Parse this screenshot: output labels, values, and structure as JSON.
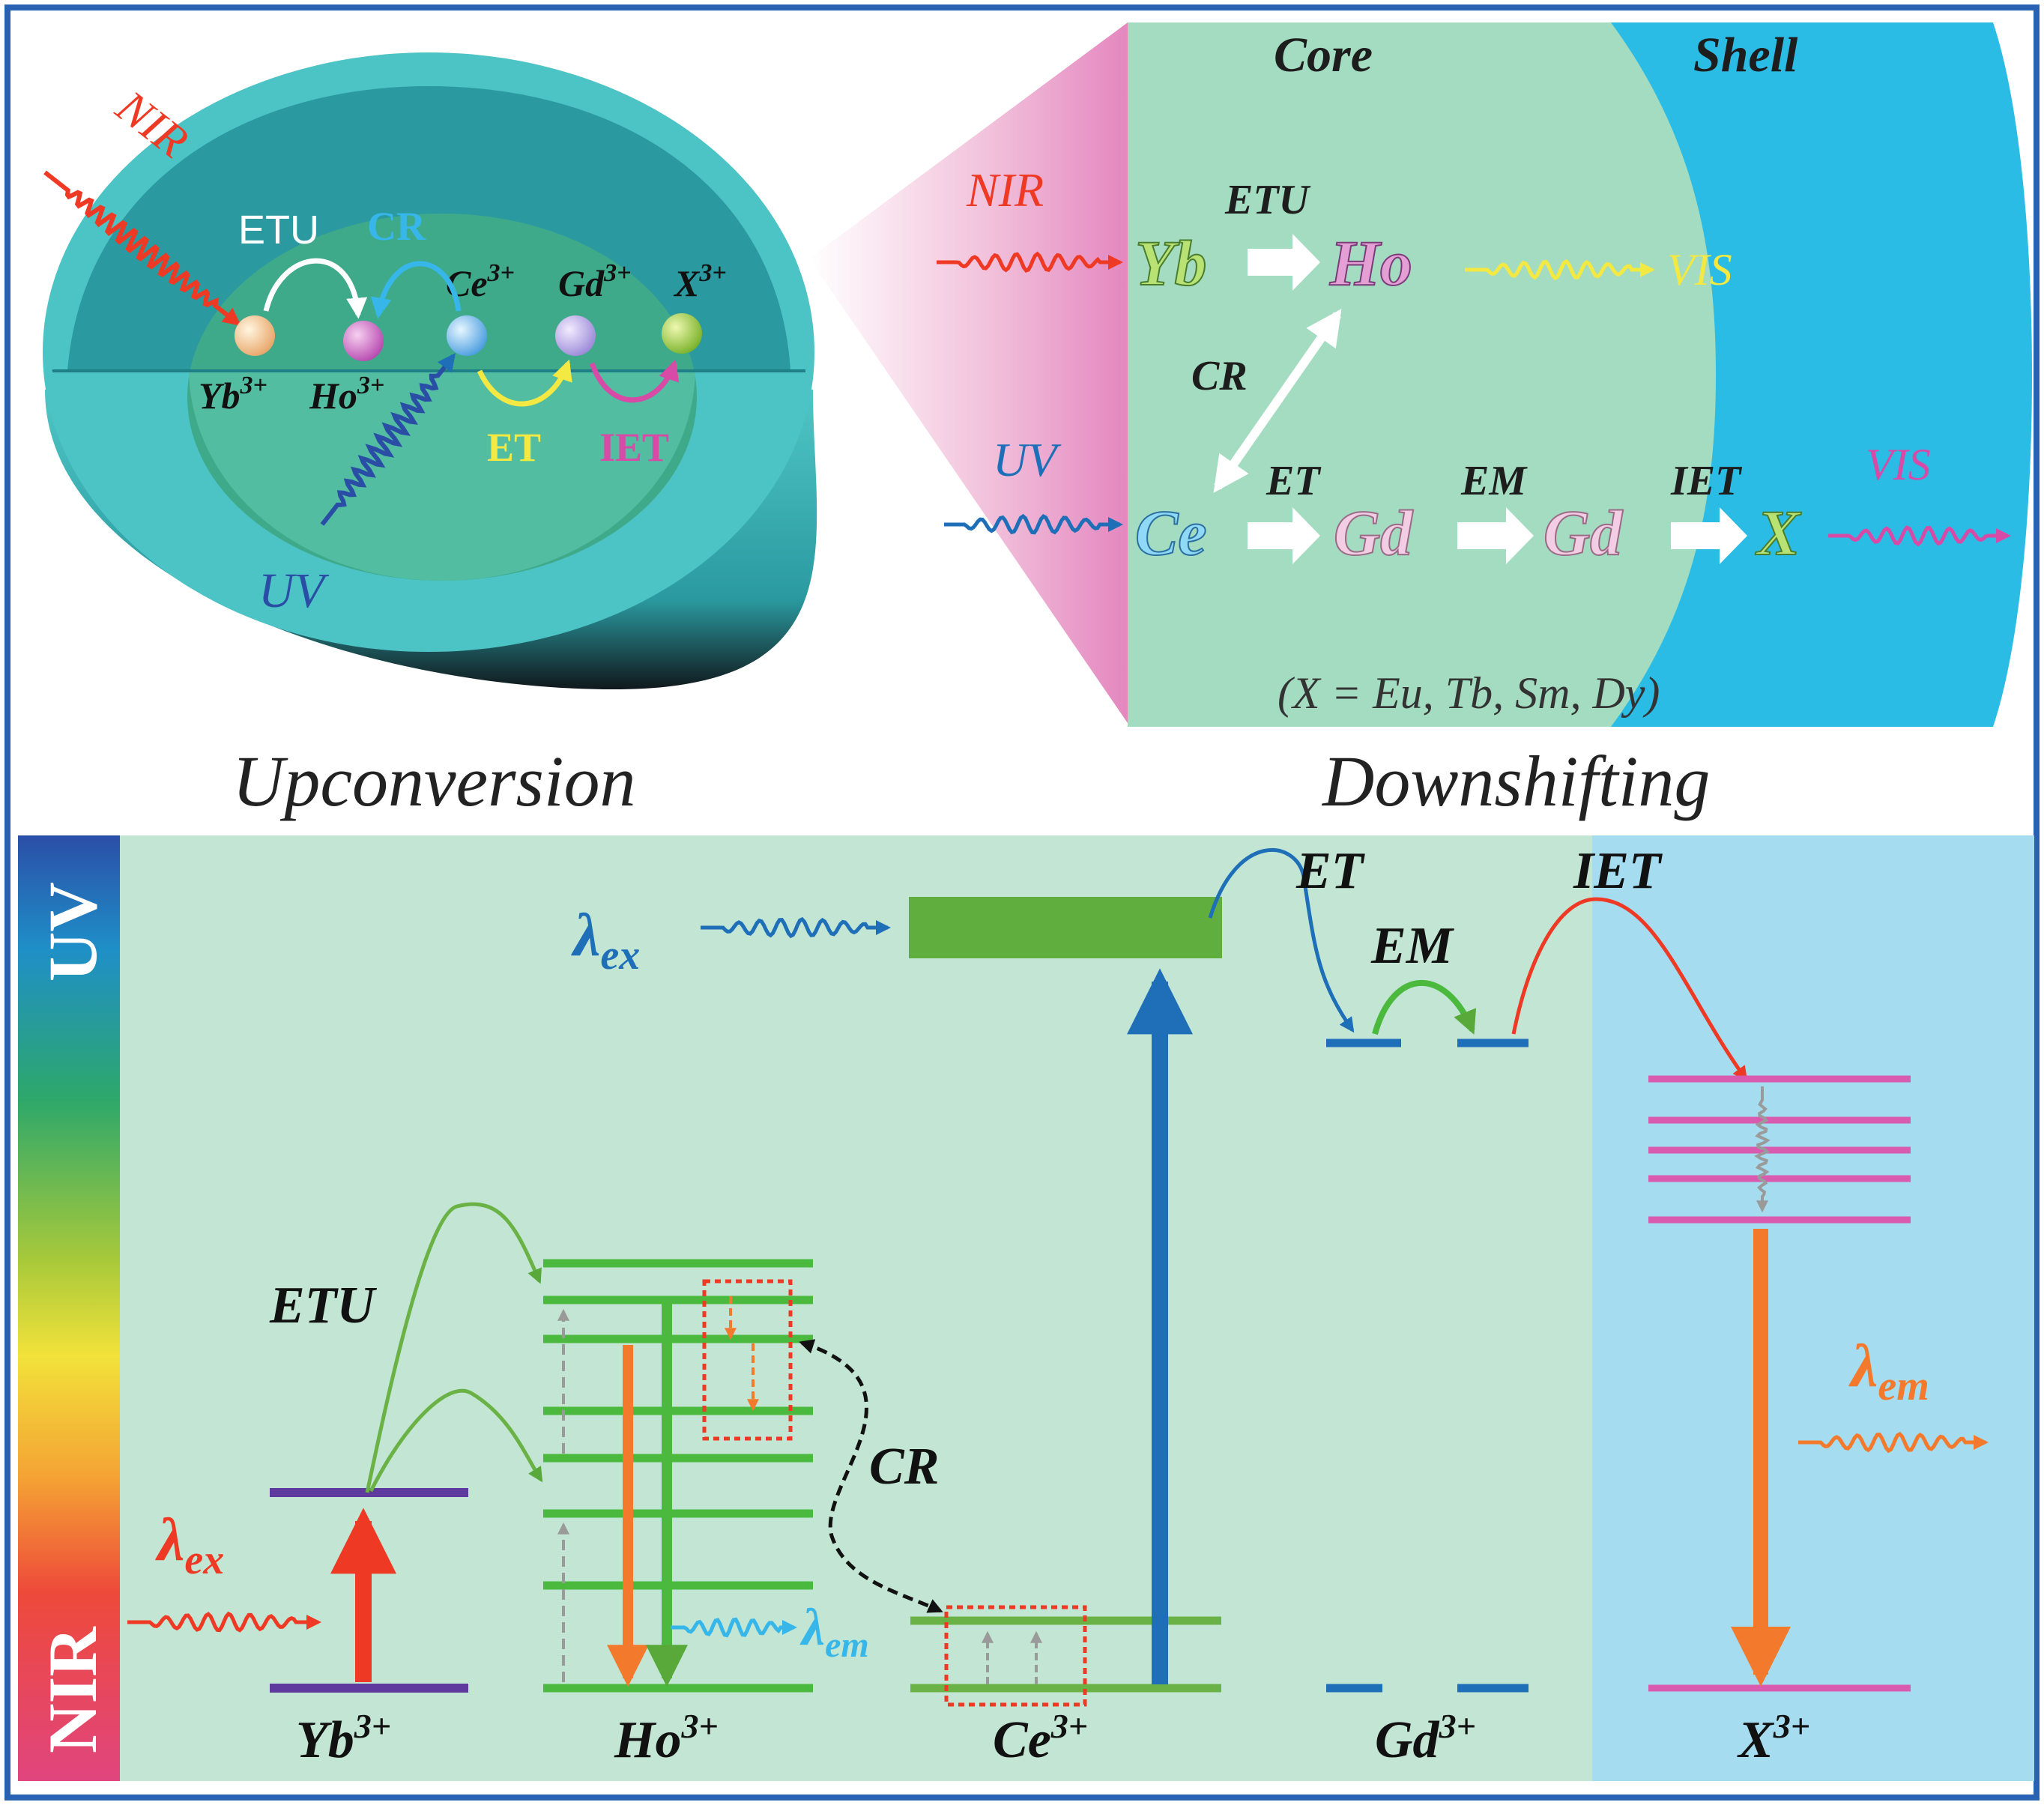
{
  "colors": {
    "frame": "#2a62b3",
    "core_green": "#a3dcc0",
    "shell_blue": "#2bbce6",
    "pink": "#e487bf",
    "bottom_green": "#c2e6d3",
    "bottom_blue": "#a6dcf0",
    "yb_level": "#5e3a9e",
    "ho_level": "#4bb83e",
    "ce_level": "#6ab245",
    "gd_level": "#1e6fb8",
    "x_level": "#d85bb0",
    "red": "#ee3a24",
    "orange": "#f37a2c",
    "blue": "#1e6fb8",
    "sky": "#37b6ea",
    "yellow": "#f4e842",
    "magenta": "#d74aa6",
    "green_arrow": "#58a83a"
  },
  "upconversion_panel": {
    "nir_label": "NIR",
    "uv_label": "UV",
    "etu_label": "ETU",
    "cr_label": "CR",
    "et_label": "ET",
    "iet_label": "IET",
    "ions": {
      "yb": {
        "base": "Yb",
        "sup": "3+"
      },
      "ho": {
        "base": "Ho",
        "sup": "3+"
      },
      "ce": {
        "base": "Ce",
        "sup": "3+"
      },
      "gd": {
        "base": "Gd",
        "sup": "3+"
      },
      "x": {
        "base": "X",
        "sup": "3+"
      }
    },
    "caption": "Upconversion"
  },
  "downshifting_panel": {
    "core_label": "Core",
    "shell_label": "Shell",
    "nir_label": "NIR",
    "uv_label": "UV",
    "etu_label": "ETU",
    "cr_label": "CR",
    "et_label": "ET",
    "em_label": "EM",
    "iet_label": "IET",
    "vis_label_1": "VIS",
    "vis_label_2": "VIS",
    "node_yb": "Yb",
    "node_ho": "Ho",
    "node_ce": "Ce",
    "node_gd1": "Gd",
    "node_gd2": "Gd",
    "node_x": "X",
    "note": "(X = Eu, Tb, Sm, Dy)",
    "caption": "Downshifting"
  },
  "energy_panel": {
    "scale_top": "UV",
    "scale_bottom": "NIR",
    "lambda_ex_uv": {
      "base": "λ",
      "sub": "ex"
    },
    "lambda_ex_nir": {
      "base": "λ",
      "sub": "ex"
    },
    "lambda_em_ho": {
      "base": "λ",
      "sub": "em"
    },
    "lambda_em_x": {
      "base": "λ",
      "sub": "em"
    },
    "etu_label": "ETU",
    "cr_label": "CR",
    "et_label": "ET",
    "em_label": "EM",
    "iet_label": "IET",
    "ion_labels": [
      {
        "base": "Yb",
        "sup": "3+"
      },
      {
        "base": "Ho",
        "sup": "3+"
      },
      {
        "base": "Ce",
        "sup": "3+"
      },
      {
        "base": "Gd",
        "sup": "3+"
      },
      {
        "base": "X",
        "sup": "3+"
      }
    ]
  }
}
